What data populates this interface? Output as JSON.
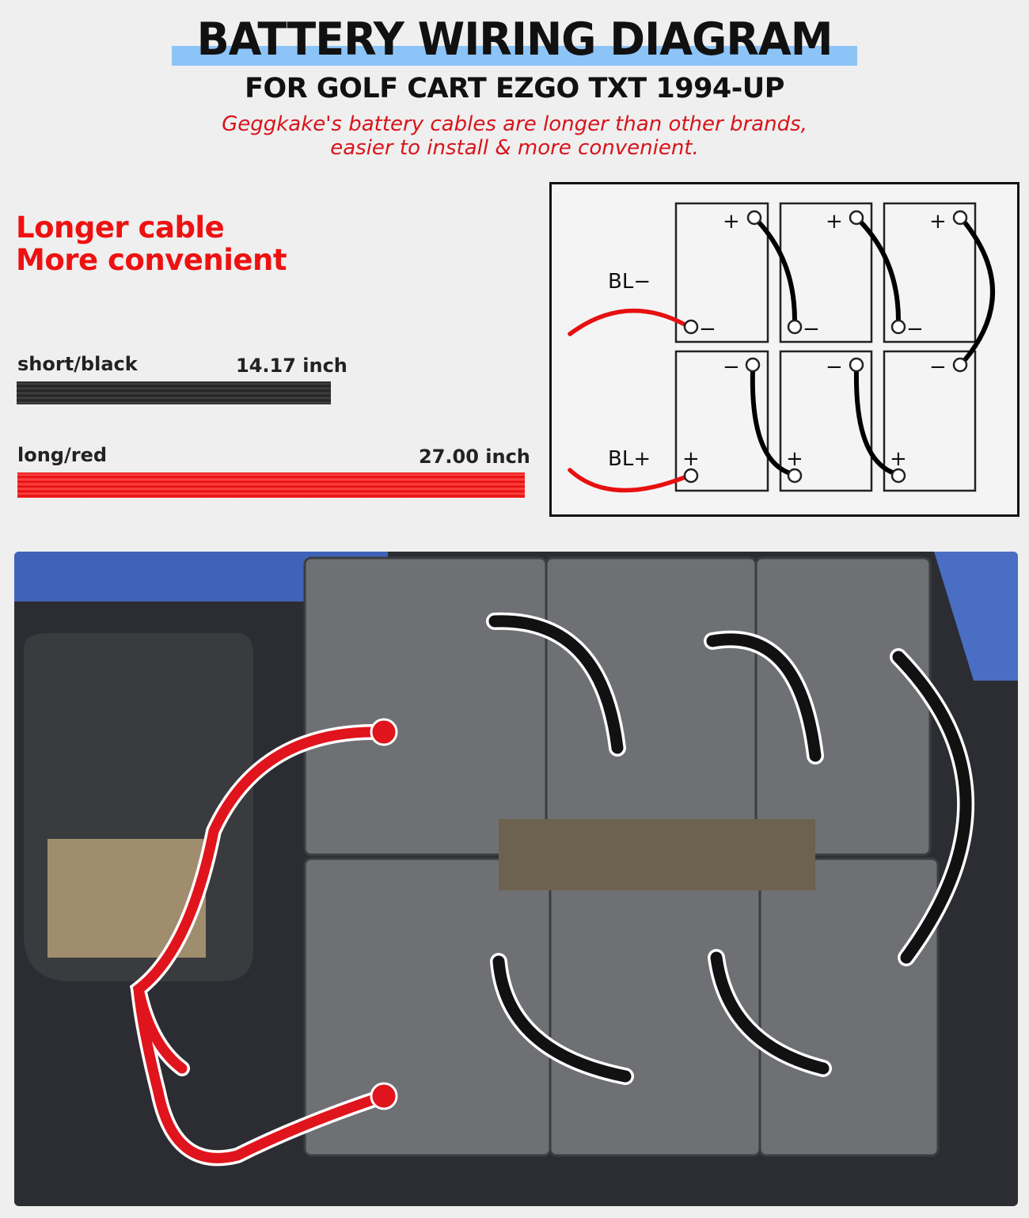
{
  "header": {
    "title": "BATTERY WIRING DIAGRAM",
    "subtitle": "FOR GOLF CART EZGO TXT 1994-UP",
    "tagline_line1": "Geggkake's battery cables are longer than other brands,",
    "tagline_line2": "easier to install & more convenient."
  },
  "features": {
    "line1": "Longer cable",
    "line2": "More convenient"
  },
  "cables": [
    {
      "label": "short/black",
      "length": "14.17 inch",
      "color": "#222222"
    },
    {
      "label": "long/red",
      "length": "27.00 inch",
      "color": "#e61010"
    }
  ],
  "diagram": {
    "bl_minus": "BL−",
    "bl_plus": "BL+",
    "plus": "+",
    "minus": "−",
    "main_cable_color": "#e61010",
    "jumper_color": "#000000"
  },
  "colors": {
    "accent_blue": "#8cc4f7",
    "accent_red": "#ee1111"
  }
}
